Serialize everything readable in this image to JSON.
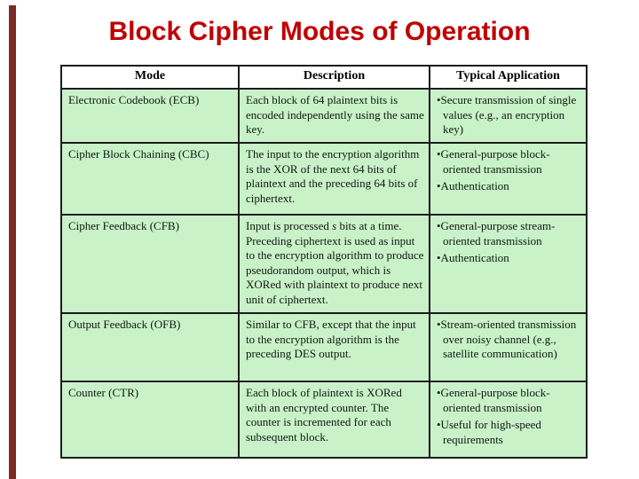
{
  "slide": {
    "title": "Block Cipher Modes of Operation",
    "title_color": "#c00000",
    "accent_bar_color": "#7b2b26"
  },
  "table": {
    "cell_bg_color": "#c9f2c9",
    "border_color": "#1c1c1c",
    "headers": [
      "Mode",
      "Description",
      "Typical Application"
    ],
    "rows": [
      {
        "mode": "Electronic Codebook (ECB)",
        "description_html": "Each block of 64 plaintext bits is encoded independently using the same key.",
        "applications": [
          "•Secure transmission of single values (e.g., an encryption key)"
        ]
      },
      {
        "mode": "Cipher Block Chaining (CBC)",
        "description_html": "The input to the encryption algorithm is the XOR of the next 64 bits of plaintext and the preceding 64 bits of ciphertext.",
        "applications": [
          "•General-purpose block-oriented transmission",
          "•Authentication"
        ]
      },
      {
        "mode": "Cipher Feedback (CFB)",
        "description_html": "Input is processed <i>s</i> bits at a time. Preceding ciphertext is used as input to the encryption algorithm to produce pseudorandom output, which is XORed with plaintext to produce next unit of ciphertext.",
        "applications": [
          "•General-purpose stream-oriented transmission",
          "•Authentication"
        ]
      },
      {
        "mode": "Output Feedback (OFB)",
        "description_html": "Similar to CFB, except that the input to the encryption algorithm is the preceding DES output.",
        "applications": [
          "•Stream-oriented transmission over noisy channel (e.g., satellite communication)"
        ]
      },
      {
        "mode": "Counter (CTR)",
        "description_html": "Each block of plaintext is XORed with an encrypted counter. The counter is incremented for each subsequent block.",
        "applications": [
          "•General-purpose block-oriented transmission",
          "•Useful for high-speed requirements"
        ]
      }
    ]
  }
}
